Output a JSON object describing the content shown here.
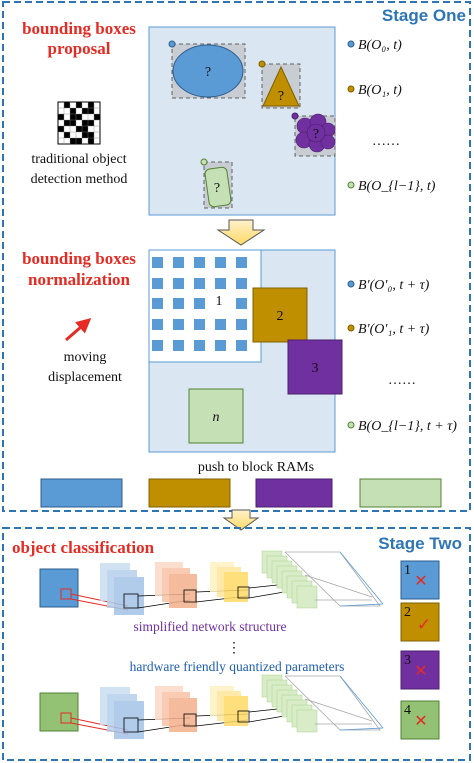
{
  "stage_one": {
    "title": "Stage One",
    "proposal_line1": "bounding boxes",
    "proposal_line2": "proposal",
    "detection_line1": "traditional object",
    "detection_line2": "detection method",
    "qmark": "?",
    "outputs": [
      "B(O₀, t)",
      "B(O₁, t)",
      "……",
      "B(O_{l−1}, t)"
    ],
    "normalization_line1": "bounding boxes",
    "normalization_line2": "normalization",
    "moving_line1": "moving",
    "moving_line2": "displacement",
    "norm_labels": [
      "1",
      "2",
      "3",
      "n"
    ],
    "norm_outputs": [
      "B′(O′₀, t + τ)",
      "B′(O′₁, t + τ)",
      "……",
      "B(O_{l−1}, t + τ)"
    ],
    "push_label": "push to block RAMs"
  },
  "stage_two": {
    "title": "Stage Two",
    "classification_label": "object classification",
    "network_label": "simplified network structure",
    "dots": "⋮",
    "quantized_label": "hardware friendly quantized parameters",
    "results": [
      {
        "num": "1",
        "mark": "✕"
      },
      {
        "num": "2",
        "mark": "✓"
      },
      {
        "num": "3",
        "mark": "✕"
      },
      {
        "num": "4",
        "mark": "✕"
      }
    ]
  },
  "colors": {
    "blue": "#5b9bd5",
    "gold": "#bf8f00",
    "purple": "#7030a0",
    "green": "#c5e0b4",
    "panel": "#dae7f3",
    "frame": "#2e75b6",
    "red": "#e52b23"
  }
}
